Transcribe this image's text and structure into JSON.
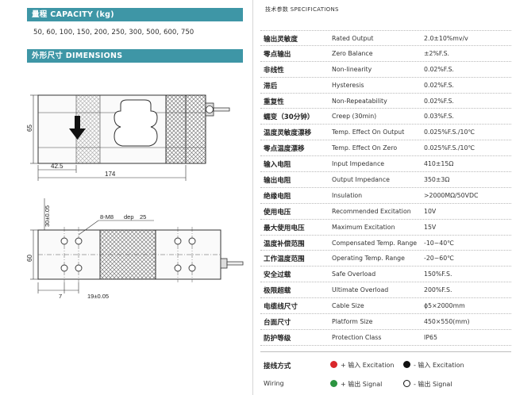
{
  "capacity": {
    "heading": "量程 CAPACITY (kg)",
    "values": "50, 60, 100, 150, 200, 250, 300, 500, 600, 750"
  },
  "dimensions": {
    "heading": "外形尺寸 DIMENSIONS",
    "labels": {
      "height_65": "65",
      "offset_42_5": "42.5",
      "length_174": "174",
      "tol_30": "30±0.05",
      "width_60": "60",
      "thread": "8-M8",
      "depth": "dep",
      "depth_val": "25",
      "dim_7": "7",
      "tol_19": "19±0.05"
    }
  },
  "specs": {
    "title": "技术参数 SPECIFICATIONS",
    "rows": [
      {
        "cn": "输出灵敏度",
        "en": "Rated Output",
        "value": "2.0±10%mv/v"
      },
      {
        "cn": "零点输出",
        "en": "Zero Balance",
        "value": "±2%F.S."
      },
      {
        "cn": "非线性",
        "en": "Non-linearity",
        "value": "0.02%F.S."
      },
      {
        "cn": "滞后",
        "en": "Hysteresis",
        "value": "0.02%F.S."
      },
      {
        "cn": "重复性",
        "en": "Non-Repeatability",
        "value": "0.02%F.S."
      },
      {
        "cn": "蠕变（30分钟）",
        "en": "Creep (30min)",
        "value": "0.03%F.S."
      },
      {
        "cn": "温度灵敏度漂移",
        "en": "Temp. Effect On Output",
        "value": "0.025%F.S./10℃"
      },
      {
        "cn": "零点温度漂移",
        "en": "Temp. Effect On Zero",
        "value": "0.025%F.S./10℃"
      },
      {
        "cn": "输入电阻",
        "en": "Input Impedance",
        "value": "410±15Ω"
      },
      {
        "cn": "输出电阻",
        "en": "Output Impedance",
        "value": "350±3Ω"
      },
      {
        "cn": "绝缘电阻",
        "en": "Insulation",
        "value": ">2000MΩ/50VDC"
      },
      {
        "cn": "使用电压",
        "en": "Recommended Excitation",
        "value": "10V"
      },
      {
        "cn": "最大使用电压",
        "en": "Maximum Excitation",
        "value": "15V"
      },
      {
        "cn": "温度补偿范围",
        "en": "Compensated Temp. Range",
        "value": "-10~40℃"
      },
      {
        "cn": "工作温度范围",
        "en": "Operating Temp. Range",
        "value": "-20~60℃"
      },
      {
        "cn": "安全过载",
        "en": "Safe Overload",
        "value": "150%F.S."
      },
      {
        "cn": "极限超载",
        "en": "Ultimate Overload",
        "value": "200%F.S."
      },
      {
        "cn": "电缆线尺寸",
        "en": "Cable Size",
        "value": "ϕ5×2000mm"
      },
      {
        "cn": "台面尺寸",
        "en": "Platform Size",
        "value": "450×550(mm)"
      },
      {
        "cn": "防护等级",
        "en": "Protection Class",
        "value": "IP65"
      }
    ]
  },
  "wiring": {
    "cn": "接线方式",
    "en": "Wiring",
    "items": [
      {
        "dot": "red",
        "label": "+ 输入 Excitation"
      },
      {
        "dot": "black",
        "label": "- 输入 Excitation"
      },
      {
        "dot": "green",
        "label": "+ 输出 Signal"
      },
      {
        "dot": "white",
        "label": "- 输出 Signal"
      }
    ]
  }
}
